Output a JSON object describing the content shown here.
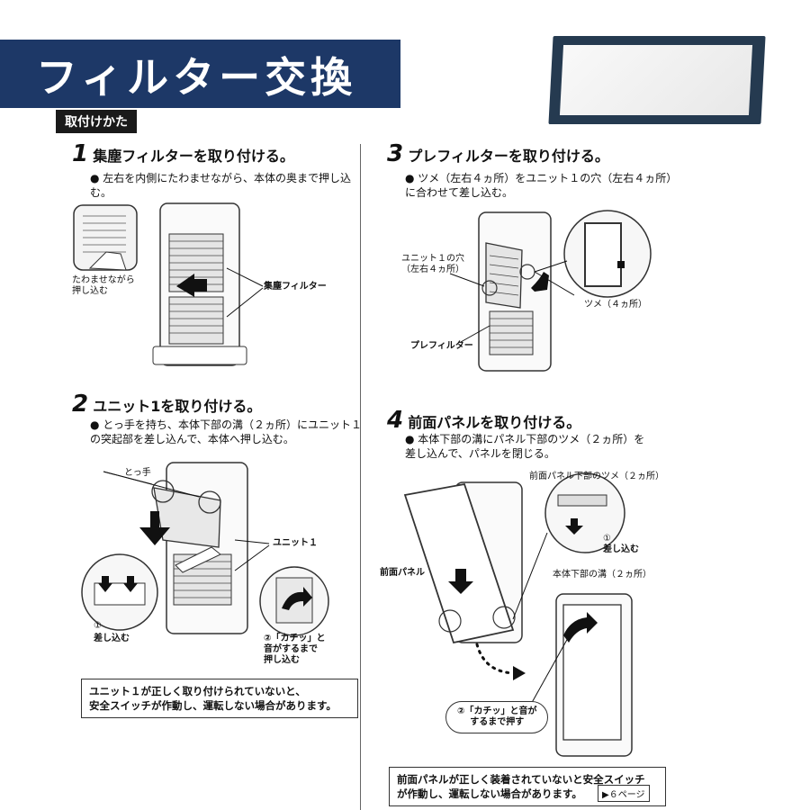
{
  "header": {
    "title": "フィルター交換",
    "section": "取付けかた"
  },
  "steps": [
    {
      "num": "1",
      "title": "集塵フィルターを取り付ける。",
      "bullet": "左右を内側にたわませながら、本体の奥まで押し込む。",
      "labels": {
        "bend": "たわませながら\n押し込む",
        "dust": "集塵フィルター"
      }
    },
    {
      "num": "2",
      "title": "ユニット1を取り付ける。",
      "bullet": "とっ手を持ち、本体下部の溝（２ヵ所）にユニット１\nの突起部を差し込んで、本体へ押し込む。",
      "labels": {
        "handle": "とっ手",
        "unit": "ユニット１",
        "insert_num": "①",
        "insert": "差し込む",
        "click": "②「カチッ」と\n音がするまで\n押し込む"
      },
      "notice": "ユニット１が正しく取り付けられていないと、\n安全スイッチが作動し、運転しない場合があります。"
    },
    {
      "num": "3",
      "title": "プレフィルターを取り付ける。",
      "bullet": "ツメ（左右４ヵ所）をユニット１の穴（左右４ヵ所）\nに合わせて差し込む。",
      "labels": {
        "holes": "ユニット１の穴\n（左右４ヵ所）",
        "claws": "ツメ（４ヵ所）",
        "pre": "プレフィルター"
      }
    },
    {
      "num": "4",
      "title": "前面パネルを取り付ける。",
      "bullet": "本体下部の溝にパネル下部のツメ（２ヵ所）を\n差し込んで、パネルを閉じる。",
      "labels": {
        "panel_claws": "前面パネル下部のツメ（２ヵ所）",
        "insert_num": "①",
        "insert": "差し込む",
        "groove": "本体下部の溝（２ヵ所）",
        "panel": "前面パネル",
        "click": "②「カチッ」と音が\nするまで押す"
      },
      "notice": "前面パネルが正しく装着されていないと安全スイッチ\nが作動し、運転しない場合があります。",
      "page_ref": "▶６ページ"
    }
  ]
}
